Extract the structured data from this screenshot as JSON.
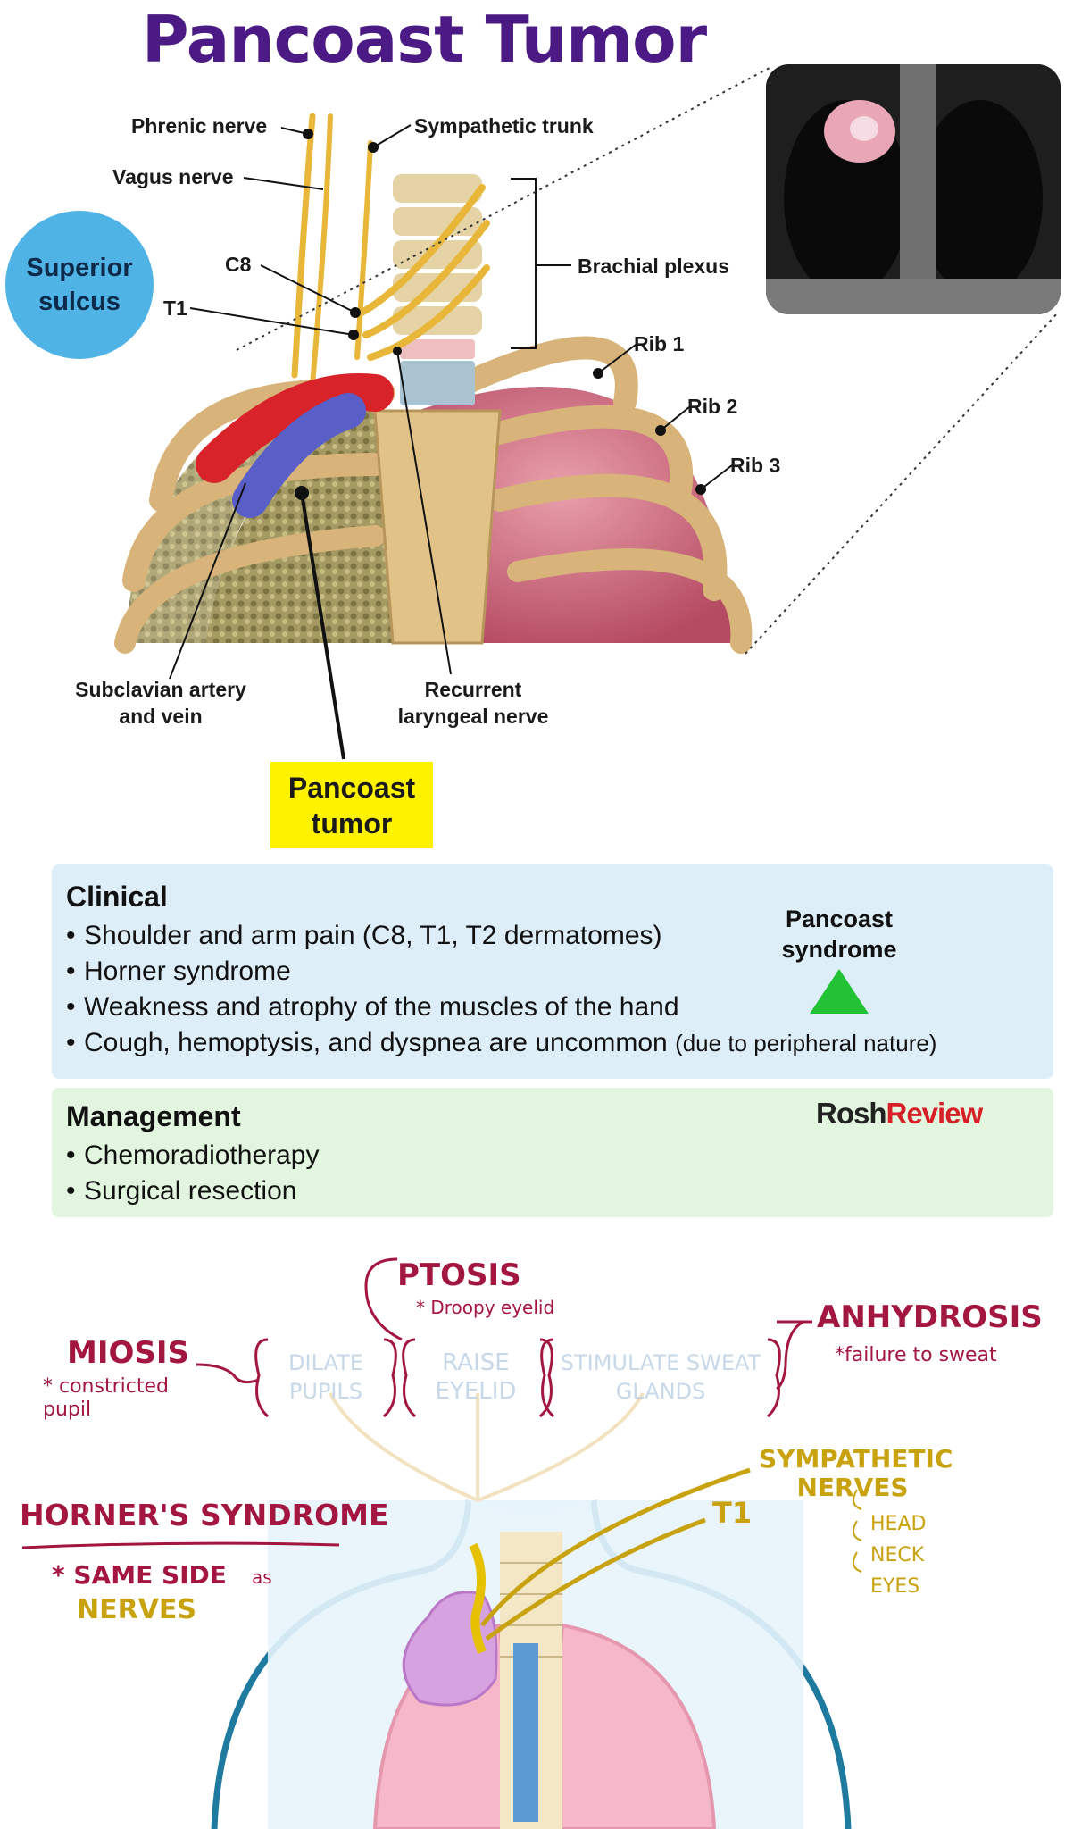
{
  "title": "Pancoast Tumor",
  "anatomy": {
    "phrenic_nerve": "Phrenic nerve",
    "sympathetic_trunk": "Sympathetic trunk",
    "vagus_nerve": "Vagus nerve",
    "superior_sulcus": "Superior sulcus",
    "c8": "C8",
    "t1": "T1",
    "brachial_plexus": "Brachial plexus",
    "rib1": "Rib 1",
    "rib2": "Rib 2",
    "rib3": "Rib 3",
    "subclavian": "Subclavian artery and vein",
    "recurrent_laryngeal": "Recurrent laryngeal nerve",
    "pancoast_tumor": "Pancoast tumor"
  },
  "clinical": {
    "heading": "Clinical",
    "items": [
      "Shoulder and arm pain (C8, T1, T2 dermatomes)",
      "Horner syndrome",
      "Weakness and atrophy of the muscles of the hand",
      "Cough, hemoptysis, and dyspnea are uncommon"
    ],
    "item4_note": "(due to peripheral nature)",
    "side_label": "Pancoast syndrome",
    "triangle_color": "#22c234"
  },
  "management": {
    "heading": "Management",
    "items": [
      "Chemoradiotherapy",
      "Surgical resection"
    ]
  },
  "logo": {
    "part1": "Rosh",
    "part2": "Review"
  },
  "horner": {
    "ptosis": "PTOSIS",
    "ptosis_note": "* Droopy eyelid",
    "miosis": "MIOSIS",
    "miosis_note": "* constricted pupil",
    "anhydrosis": "ANHYDROSIS",
    "anhydrosis_note": "*failure to sweat",
    "dilate_pupils": "DILATE PUPILS",
    "raise_eyelid": "RAISE EYELID",
    "stimulate_sweat": "STIMULATE SWEAT GLANDS",
    "sympathetic_nerves": "SYMPATHETIC NERVES",
    "t1": "T1",
    "head": "HEAD",
    "neck": "NECK",
    "eyes": "EYES",
    "horners_syndrome": "HORNER'S SYNDROME",
    "same_side": "* SAME SIDE",
    "as": "as",
    "nerves": "NERVES"
  },
  "colors": {
    "title": "#4b1a84",
    "crimson": "#a3163f",
    "gold": "#c9a210",
    "clinical_bg": "#ddeef9",
    "management_bg": "#e2f5df"
  }
}
